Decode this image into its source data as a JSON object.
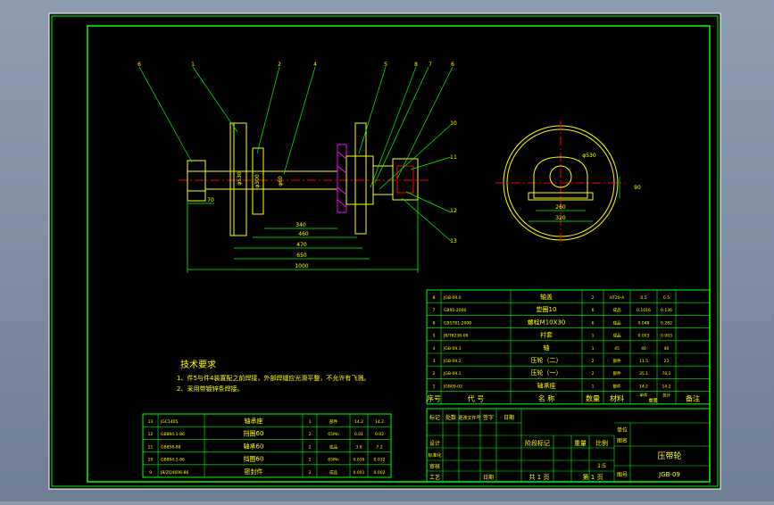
{
  "colors": {
    "background": "#000000",
    "frame": "#00ff00",
    "part": "#ffff00",
    "dimension": "#00ff00",
    "text": "#ffff00",
    "leader": "#00ff00",
    "section": "#ff0000",
    "magenta": "#ff00ff",
    "cyan": "#00ffff",
    "white": "#ffffff"
  },
  "balloons": [
    "6",
    "1",
    "2",
    "4",
    "5",
    "8",
    "7",
    "6",
    "10",
    "11",
    "12",
    "13"
  ],
  "dimensions": {
    "d1": "70",
    "d2": "340",
    "d3": "460",
    "d4": "470",
    "d5": "650",
    "d6": "1000",
    "dia1": "φ530",
    "dia2": "φ300",
    "dia3": "φ60",
    "side_width": "260",
    "side_base": "320",
    "side_dia": "φ530",
    "side_h": "90"
  },
  "notes": {
    "title": "技术要求",
    "line1": "1、件5与件4装置配之前焊接，外部焊缝应光滑平整，不允许有飞溅。",
    "line2": "2、采用带镀锌条焊接。"
  },
  "bom_right": {
    "rows": [
      {
        "no": "8",
        "code": "JGB-09.0",
        "name": "轴盖",
        "qty": "2",
        "mat": "HT20-A",
        "w1": "0.5",
        "w2": "0.5"
      },
      {
        "no": "7",
        "code": "GB95-2000",
        "name": "垫圈10",
        "qty": "6",
        "mat": "成品",
        "w1": "0.1016",
        "w2": "0.136"
      },
      {
        "no": "6",
        "code": "GB5781-2000",
        "name": "螺栓M10X30",
        "qty": "6",
        "mat": "成品",
        "w1": "0.048",
        "w2": "0.282"
      },
      {
        "no": "5",
        "code": "JB/T6236-06",
        "name": "衬套",
        "qty": "1",
        "mat": "成品",
        "w1": "0.003",
        "w2": "0.003"
      },
      {
        "no": "4",
        "code": "JGB-09.3",
        "name": "轴",
        "qty": "1",
        "mat": "45",
        "w1": "40",
        "w2": "40"
      },
      {
        "no": "3",
        "code": "JGB-09.2",
        "name": "压轮（二）",
        "qty": "2",
        "mat": "部件",
        "w1": "11.5",
        "w2": "23"
      },
      {
        "no": "2",
        "code": "JGB-09.1",
        "name": "压轮（一）",
        "qty": "2",
        "mat": "部件",
        "w1": "35.1",
        "w2": "70.2"
      },
      {
        "no": "1",
        "code": "JGB09-02",
        "name": "轴承座",
        "qty": "1",
        "mat": "部件",
        "w1": "14.2",
        "w2": "14.2"
      }
    ],
    "header": {
      "no": "序号",
      "code": "代  号",
      "name": "名  称",
      "qty": "数量",
      "mat": "材料",
      "w1": "单件",
      "w2": "总计",
      "wlabel": "重量",
      "remark": "备注"
    }
  },
  "bom_left": {
    "rows": [
      {
        "no": "13",
        "code": "JGC1405",
        "name": "轴承座",
        "qty": "1",
        "mat": "部件",
        "w1": "14.2",
        "w2": "14.2"
      },
      {
        "no": "12",
        "code": "GB894.1-86",
        "name": "挡圈60",
        "qty": "2",
        "mat": "65Mn",
        "w1": "0.01",
        "w2": "0.02"
      },
      {
        "no": "11",
        "code": "GB858-88",
        "name": "轴承60",
        "qty": "2",
        "mat": "成品",
        "w1": "3.6",
        "w2": "7.2"
      },
      {
        "no": "10",
        "code": "GB894.2-86",
        "name": "挡圈60",
        "qty": "2",
        "mat": "65Mn",
        "w1": "0.016",
        "w2": "0.032"
      },
      {
        "no": "9",
        "code": "JB/ZQ4606-86",
        "name": "密封件",
        "qty": "2",
        "mat": "成品",
        "w1": "0.001",
        "w2": "0.002"
      }
    ]
  },
  "title_block": {
    "r1_a": "标记",
    "r1_b": "处数",
    "r1_c": "更改文件号",
    "r1_d": "签字",
    "r1_e": "日期",
    "designer": "设计",
    "standard": "标准化",
    "check": "审核",
    "process": "工艺",
    "approve": "日期",
    "stage": "阶段标记",
    "weight": "重量",
    "scale_l": "比例",
    "scale": "1:5",
    "sheets": "共 1 页",
    "sheet": "第 1 页",
    "org": "单位",
    "drawing_name": "图名",
    "name": "压带轮",
    "code_label": "图号",
    "code": "JGB-09"
  }
}
